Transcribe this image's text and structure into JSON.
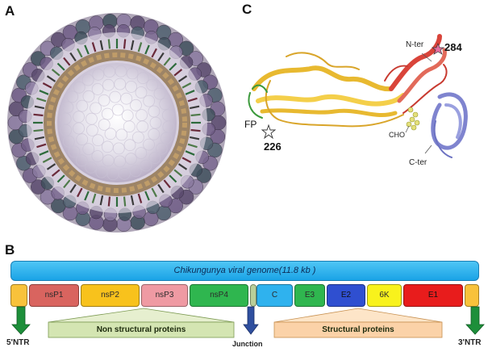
{
  "panels": {
    "a": "A",
    "b": "B",
    "c": "C"
  },
  "structure": {
    "n_ter": "N-ter",
    "c_ter": "C-ter",
    "cho": "CHO",
    "fp": "FP",
    "residue_226": "226",
    "residue_284": "284"
  },
  "genome": {
    "title": "Chikungunya viral genome(11.8 kb )",
    "segments": [
      {
        "label": "",
        "color": "#f8c23b"
      },
      {
        "label": "nsP1",
        "color": "#d9645f"
      },
      {
        "label": "nsP2",
        "color": "#f8c21c"
      },
      {
        "label": "nsP3",
        "color": "#ef9aa3"
      },
      {
        "label": "nsP4",
        "color": "#2fb64f"
      },
      {
        "label": "",
        "color": "#b9cf9a"
      },
      {
        "label": "C",
        "color": "#2fb2ee"
      },
      {
        "label": "E3",
        "color": "#2fb64f"
      },
      {
        "label": "E2",
        "color": "#2f4fd0"
      },
      {
        "label": "6K",
        "color": "#f8f21c"
      },
      {
        "label": "E1",
        "color": "#e81c1c"
      },
      {
        "label": "",
        "color": "#f8c23b"
      }
    ],
    "five_ntr": "5'NTR",
    "three_ntr": "3'NTR",
    "junction": "Junction",
    "nonstructural": "Non structural proteins",
    "structural": "Structural proteins"
  },
  "colors": {
    "nonstructural_box": "#d4e5b2",
    "structural_box": "#fbd2a8",
    "arrow_green": "#1d8f3a",
    "arrow_blue": "#2f4f9f"
  }
}
